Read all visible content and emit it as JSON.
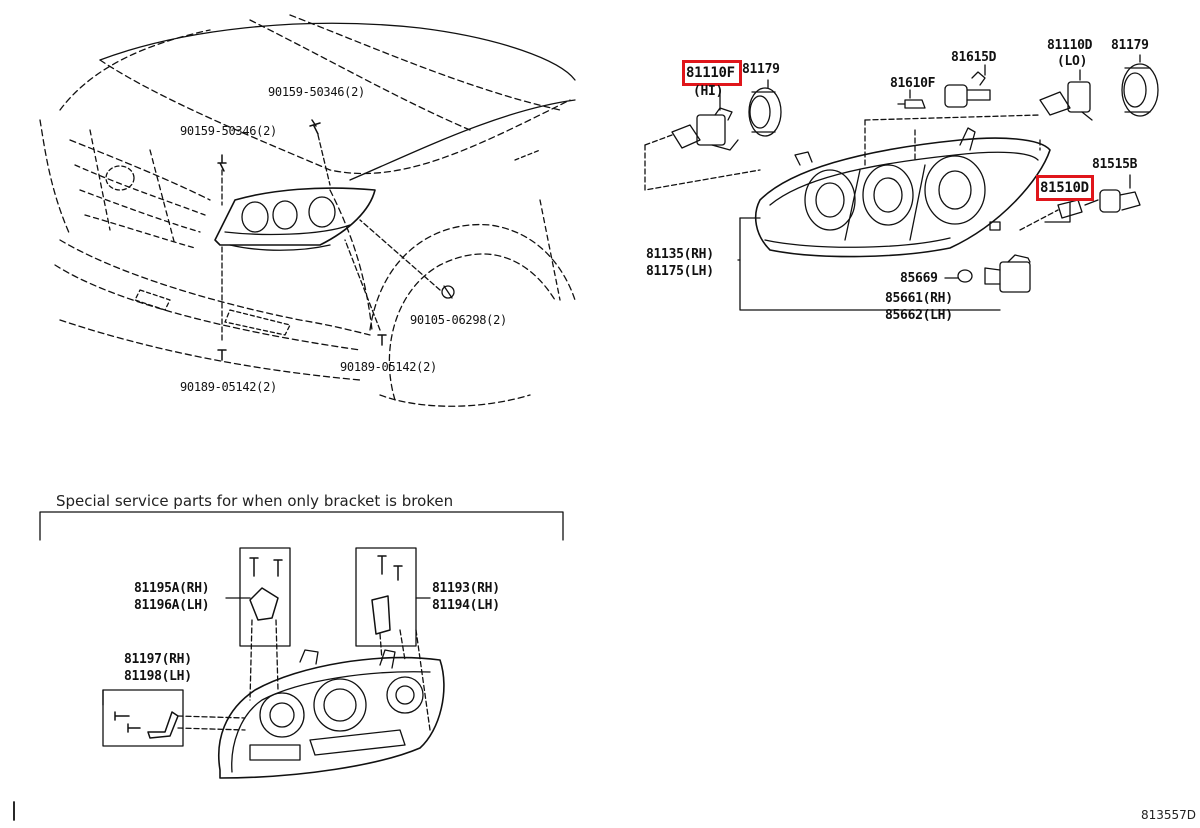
{
  "section_heading": "Special service parts for when only bracket is broken",
  "diagram_ref": "813557D",
  "highlight_color": "#e0161b",
  "labels": {
    "p90159_top": "90159-50346(2)",
    "p90159_left": "90159-50346(2)",
    "p90105": "90105-06298(2)",
    "p90189_right": "90189-05142(2)",
    "p90189_left": "90189-05142(2)",
    "p81110f": "81110F",
    "p81110f_sub": "(HI)",
    "p81179_a": "81179",
    "p81615d": "81615D",
    "p81610f": "81610F",
    "p81110d": "81110D",
    "p81110d_sub": "(LO)",
    "p81179_b": "81179",
    "p81515b": "81515B",
    "p81510d": "81510D",
    "p81135": "81135(RH)",
    "p81175": "81175(LH)",
    "p85669": "85669",
    "p85661": "85661(RH)",
    "p85662": "85662(LH)",
    "p81195a": "81195A(RH)",
    "p81196a": "81196A(LH)",
    "p81193": "81193(RH)",
    "p81194": "81194(LH)",
    "p81197": "81197(RH)",
    "p81198": "81198(LH)"
  }
}
